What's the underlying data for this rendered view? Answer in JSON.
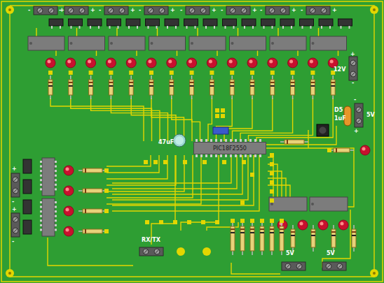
{
  "diagram": {
    "nodes": [
      {
        "text": [
          "PIC18F2550"
        ]
      }
    ],
    "labels": [
      "12V",
      "D5",
      "1uF",
      "5V",
      "47uF",
      "RX/TX",
      "5V",
      "5V",
      "-",
      "+",
      "-",
      "+",
      "-",
      "+",
      "-",
      "+",
      "-",
      "+",
      "-",
      "+",
      "-",
      "+",
      "-",
      "+",
      "+",
      "-",
      "-",
      "+",
      "+",
      "-",
      "+",
      "-"
    ]
  }
}
